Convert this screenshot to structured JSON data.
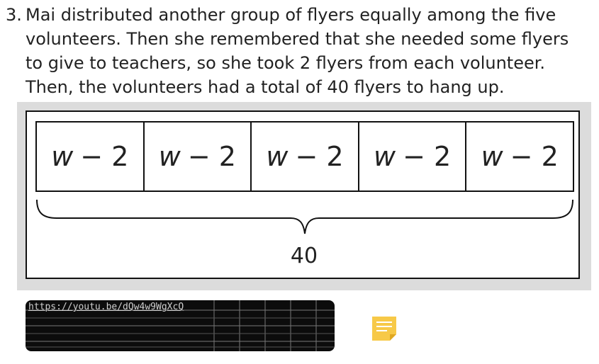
{
  "problem": {
    "number": "3.",
    "text": "Mai distributed another group of flyers equally among the five volunteers. Then she remembered that she needed some flyers to give to teachers, so she took 2 flyers from each volunteer. Then, the volunteers had a total of 40 flyers to hang up."
  },
  "diagram": {
    "cells": [
      {
        "var": "w",
        "expr": "− 2"
      },
      {
        "var": "w",
        "expr": "− 2"
      },
      {
        "var": "w",
        "expr": "− 2"
      },
      {
        "var": "w",
        "expr": "− 2"
      },
      {
        "var": "w",
        "expr": "− 2"
      }
    ],
    "total": "40"
  },
  "video": {
    "url": "https://youtu.be/dQw4w9WgXcQ"
  },
  "colors": {
    "frame": "#dcdcdc",
    "note_icon": "#f7c948"
  },
  "icons": {
    "note": "sticky-note-icon"
  }
}
